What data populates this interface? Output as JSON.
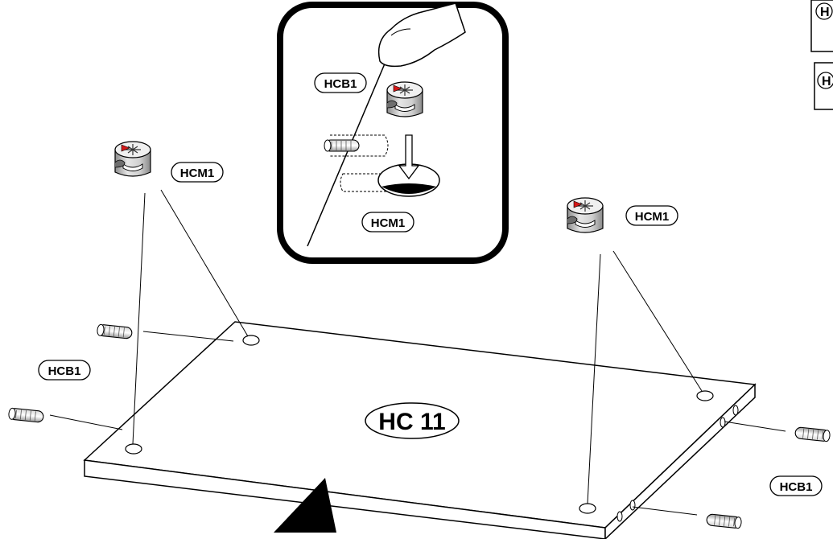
{
  "labels": {
    "main_panel": "HC 11",
    "cam_lock_left": "HCM1",
    "cam_lock_right": "HCM1",
    "cam_lock_inset": "HCM1",
    "dowel_left": "HCB1",
    "dowel_right": "HCB1",
    "dowel_inset": "HCB1",
    "corner_box_top": "H",
    "corner_box_bottom": "H"
  },
  "colors": {
    "line": "#000000",
    "panel_fill": "#ffffff",
    "cam_body_light": "#e2e2e2",
    "cam_body_dark": "#9a9a9a",
    "arrow_red": "#d41919"
  },
  "icons": [
    "finger-icon",
    "cam-lock-icon",
    "dowel-icon",
    "direction-arrow-icon"
  ]
}
